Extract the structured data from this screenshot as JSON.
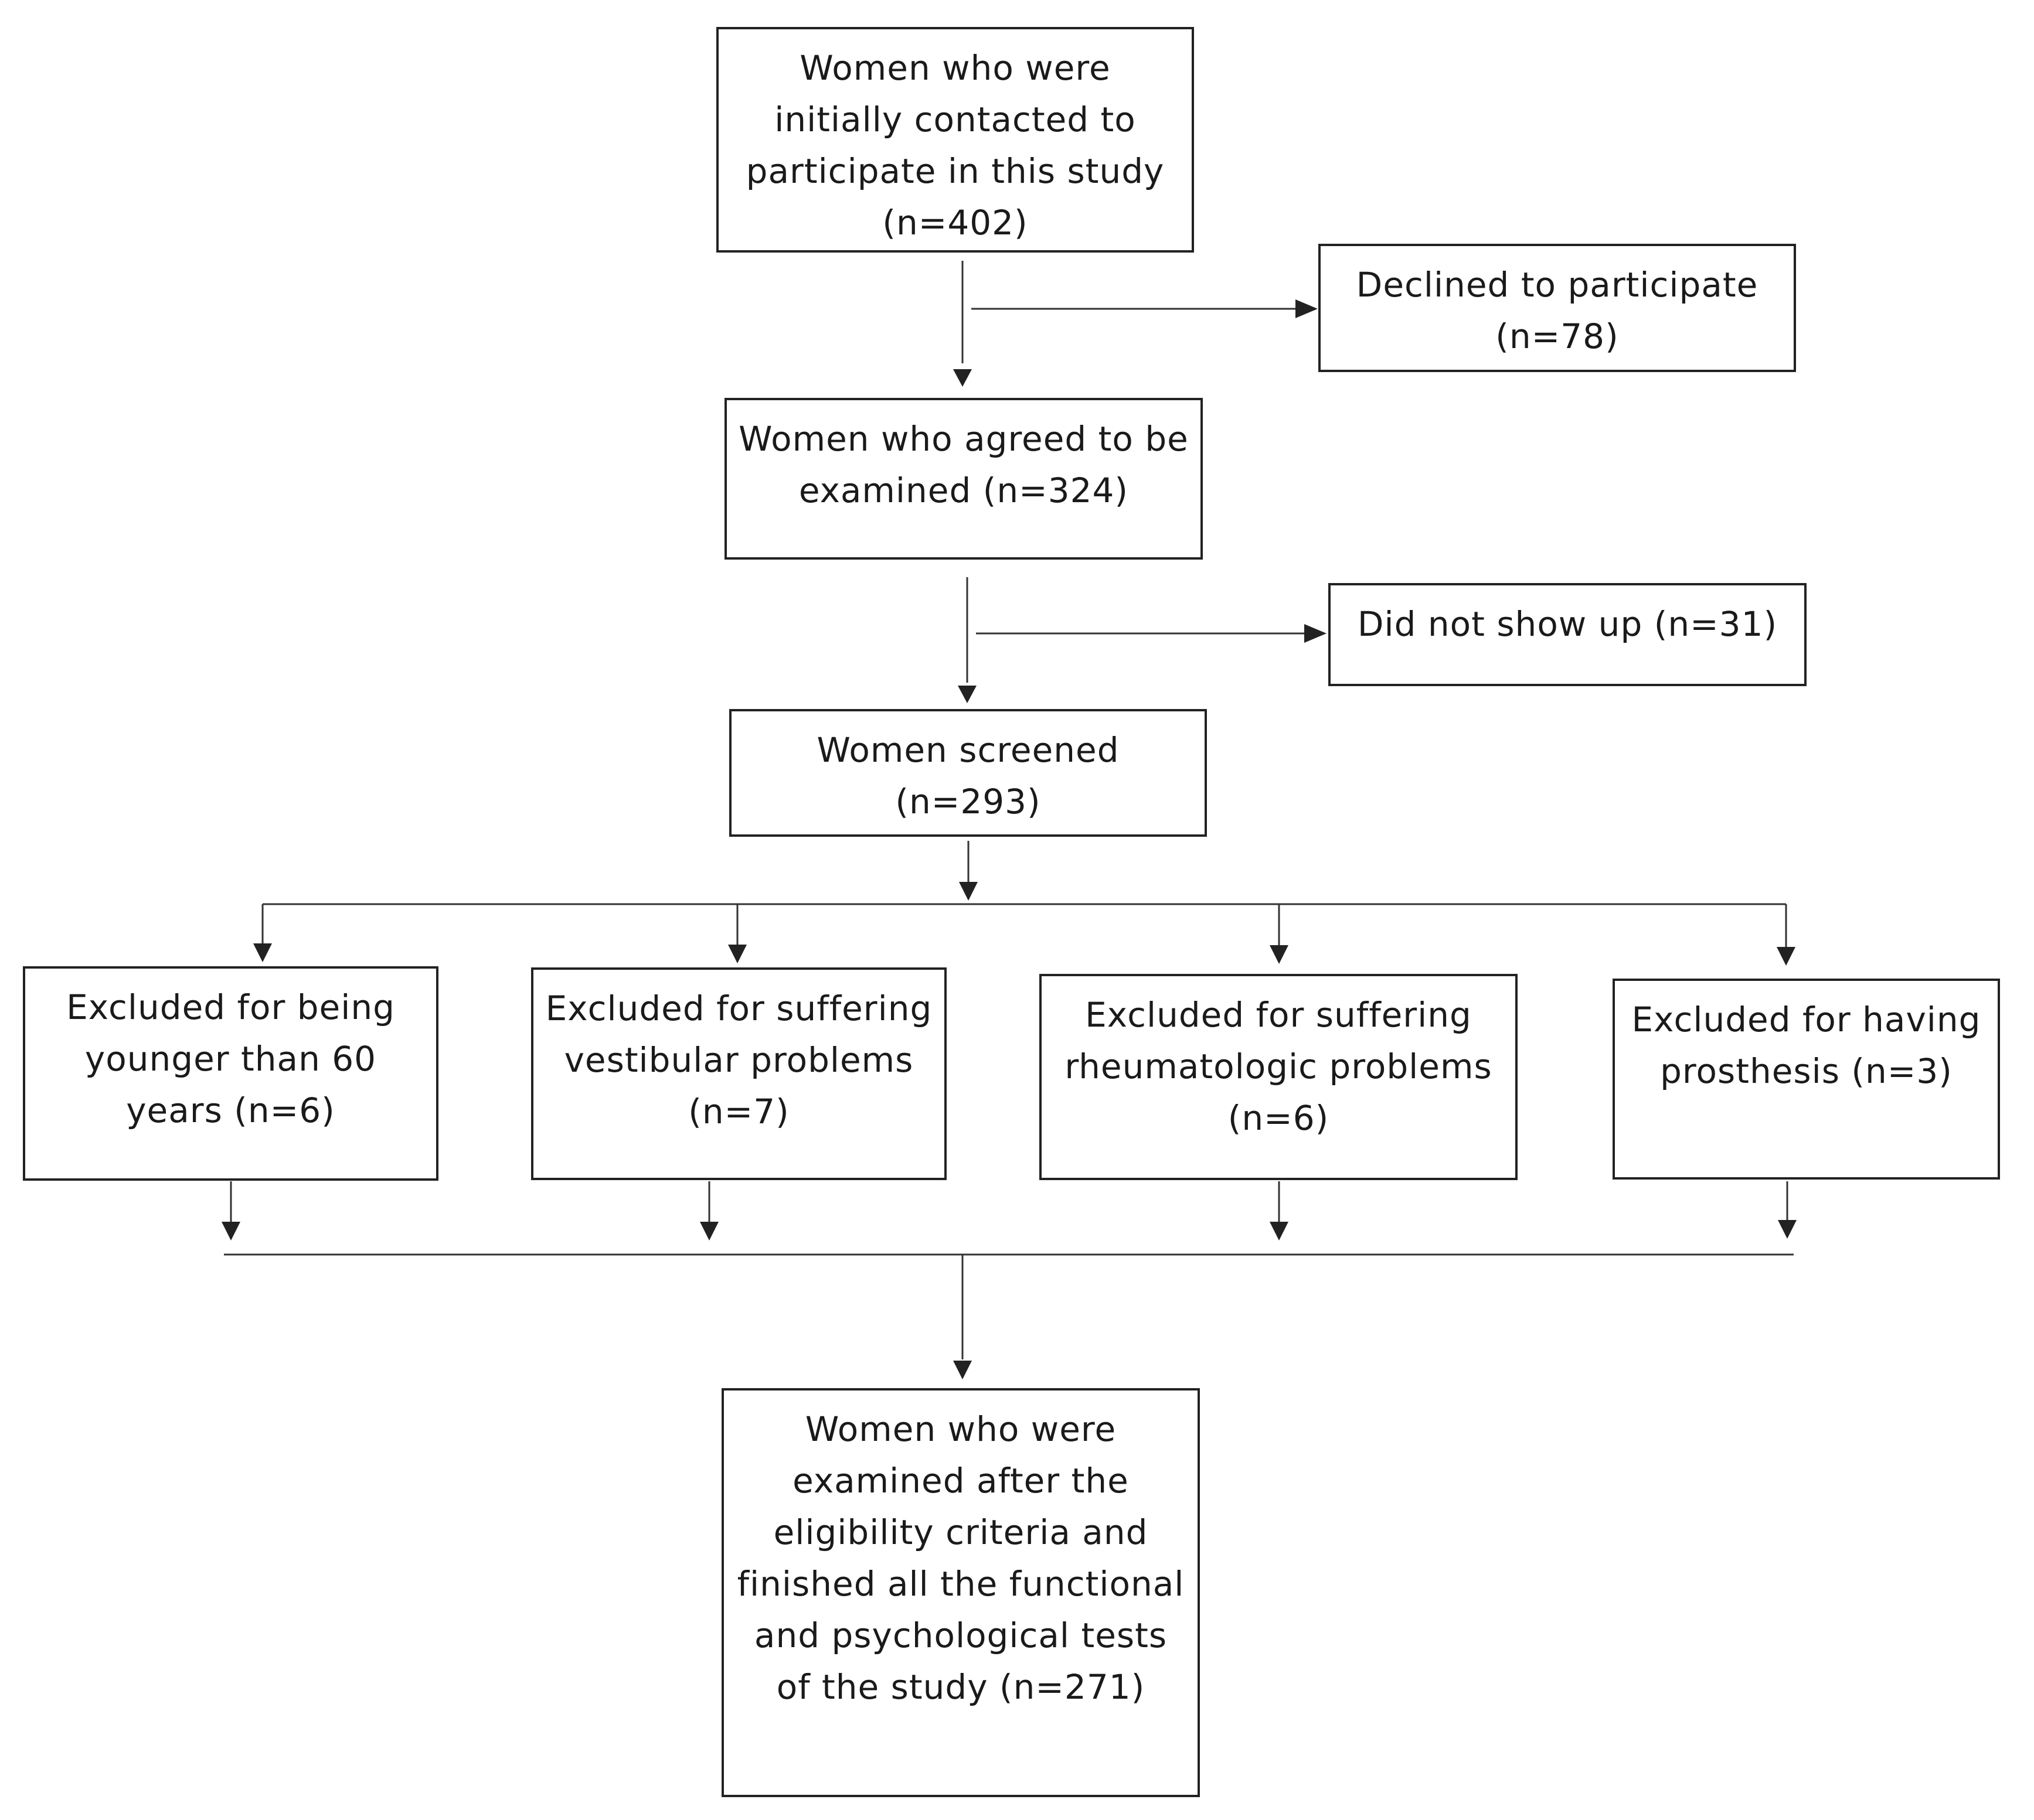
{
  "flowchart": {
    "contacted": "Women who were initially contacted to participate in this study (n=402)",
    "declined": "Declined to participate (n=78)",
    "agreed": "Women who agreed to be examined (n=324)",
    "no_show": "Did not show up (n=31)",
    "screened": "Women screened (n=293)",
    "excluded": {
      "age": "Excluded for being younger than 60 years (n=6)",
      "vestibular": "Excluded for suffering vestibular problems (n=7)",
      "rheumatologic": "Excluded for suffering rheumatologic problems (n=6)",
      "prosthesis": "Excluded for having prosthesis (n=3)"
    },
    "final": "Women who were examined after the eligibility criteria and finished all the functional and psychological tests of the study (n=271)"
  },
  "colors": {
    "line": "#333333",
    "box_border": "#222222",
    "text": "#1a1a1a"
  }
}
